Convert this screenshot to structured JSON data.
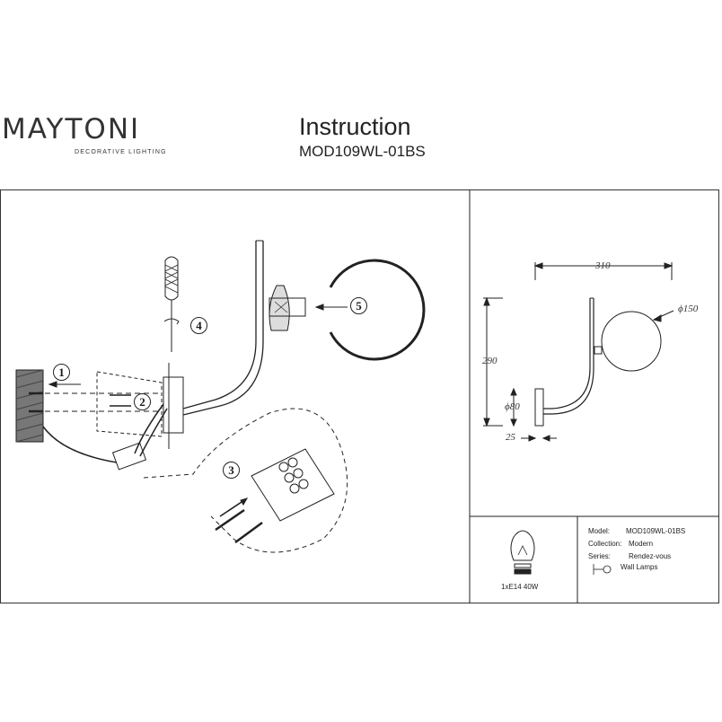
{
  "brand": {
    "name": "MAYTONI",
    "tagline": "DECORATIVE LIGHTING"
  },
  "header": {
    "title": "Instruction",
    "model_code": "MOD109WL-01BS"
  },
  "steps": [
    "1",
    "2",
    "3",
    "4",
    "5"
  ],
  "dimensions": {
    "width": "310",
    "height": "290",
    "globe": "ϕ150",
    "base": "ϕ80",
    "depth": "25"
  },
  "bulb": {
    "spec": "1xE14 40W"
  },
  "specs": {
    "model_label": "Model:",
    "model_value": "MOD109WL-01BS",
    "collection_label": "Collection:",
    "collection_value": "Modern",
    "series_label": "Series:",
    "series_value": "Rendez-vous",
    "type_value": "Wall Lamps"
  },
  "colors": {
    "line": "#222222",
    "brand_dot": "#8a1a5c"
  }
}
